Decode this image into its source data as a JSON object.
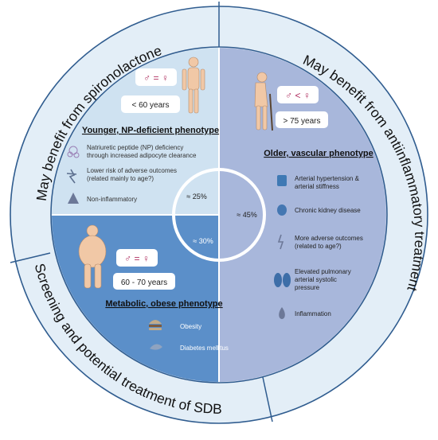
{
  "outer_ring": {
    "top_left": "May benefit from spironolactone",
    "right": "May benefit from antiinflammatory treatment",
    "bottom_left": "Screening and potential treatment of SDB"
  },
  "young": {
    "sex_ratio": "♂ = ♀",
    "age": "< 60 years",
    "title": "Younger, NP-deficient phenotype",
    "item1_line1": "Natriuretic peptide (NP) deficiency",
    "item1_line2": "through increased adipocyte clearance",
    "item2_line1": "Lower risk of adverse outcomes",
    "item2_line2": "(related mainly to age?)",
    "item3": "Non-inflammatory",
    "percent": "≈ 25%"
  },
  "older": {
    "sex_ratio": "♂ < ♀",
    "age": "> 75 years",
    "title": "Older, vascular phenotype",
    "item1_line1": "Arterial hypertension &",
    "item1_line2": "arterial stiffness",
    "item2": "Chronic kidney disease",
    "item3_line1": "More adverse outcomes",
    "item3_line2": "(related to age?)",
    "item4_line1": "Elevated pulmonary",
    "item4_line2": "arterial systolic",
    "item4_line3": "pressure",
    "item5": "Inflammation",
    "percent": "≈ 45%"
  },
  "metabolic": {
    "sex_ratio": "♂ = ♀",
    "age": "60 - 70 years",
    "title": "Metabolic, obese phenotype",
    "item1": "Obesity",
    "item2": "Diabetes mellitus",
    "percent": "≈ 30%"
  },
  "colors": {
    "young_fill": "#cfe2f1",
    "older_fill": "#a8b7db",
    "metabolic_fill": "#5b8fc9",
    "ring_fill": "#e3eef7",
    "ring_stroke": "#2f5c8f"
  }
}
